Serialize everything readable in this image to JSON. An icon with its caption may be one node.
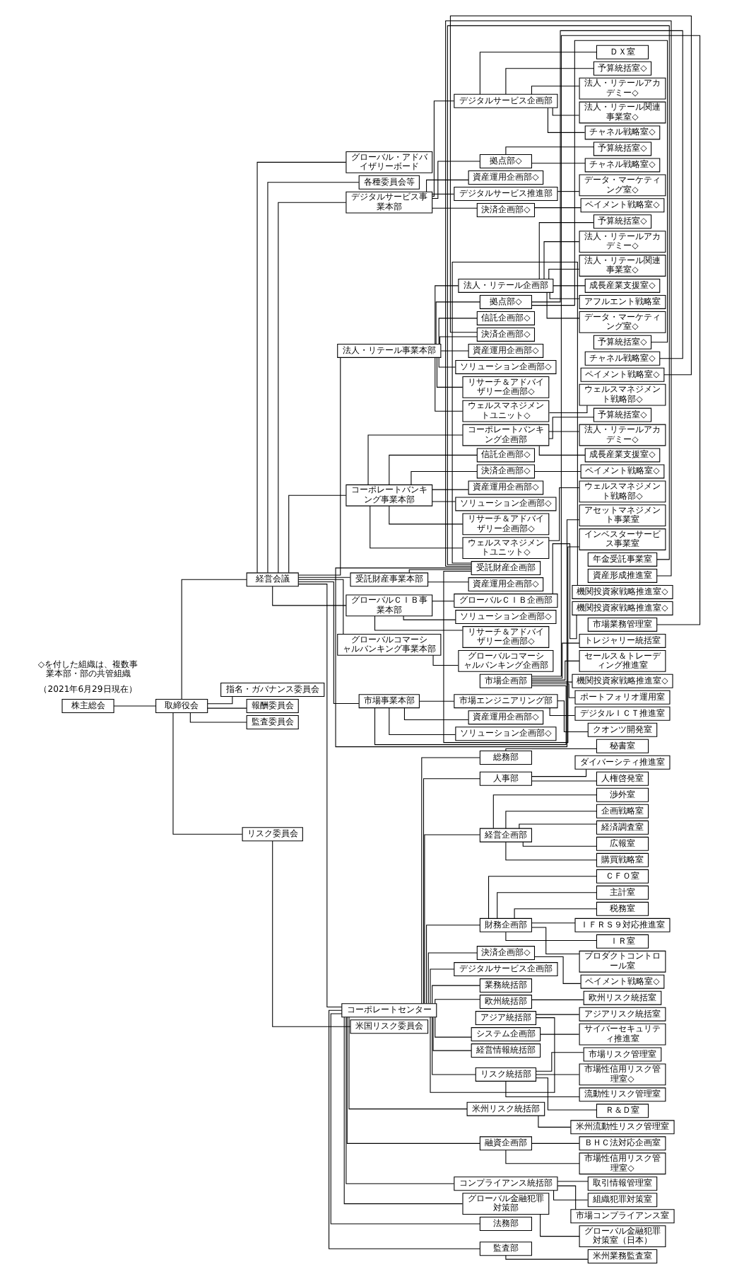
{
  "diagram": {
    "nodes": [
      {
        "text": [
          "株主総会"
        ]
      },
      {
        "text": [
          "取締役会"
        ]
      },
      {
        "text": [
          "経営会議"
        ]
      },
      {
        "text": [
          "グローバル・アドバイザリーボード"
        ]
      },
      {
        "text": [
          "各種委員会等"
        ]
      },
      {
        "text": [
          "指名・ガバナンス委員会"
        ]
      },
      {
        "text": [
          "報酬委員会"
        ]
      },
      {
        "text": [
          "監査委員会"
        ]
      },
      {
        "text": [
          "リスク委員会"
        ]
      },
      {
        "text": [
          "米国リスク委員会"
        ]
      },
      {
        "text": [
          "デジタルサービス事業本部"
        ]
      },
      {
        "text": [
          "デジタルサービス企画部"
        ]
      },
      {
        "text": [
          "ＤＸ室"
        ]
      },
      {
        "text": [
          "予算統括室◇"
        ]
      },
      {
        "text": [
          "法人・リテールアカデミー◇"
        ]
      },
      {
        "text": [
          "法人・リテール関連事業室◇"
        ]
      },
      {
        "text": [
          "チャネル戦略室◇"
        ]
      },
      {
        "text": [
          "拠点部◇"
        ]
      },
      {
        "text": [
          "予算統括室◇"
        ]
      },
      {
        "text": [
          "チャネル戦略室◇"
        ]
      },
      {
        "text": [
          "資産運用企画部◇"
        ]
      },
      {
        "text": [
          "デジタルサービス推進部"
        ]
      },
      {
        "text": [
          "データ・マーケティング室◇"
        ]
      },
      {
        "text": [
          "決済企画部◇"
        ]
      },
      {
        "text": [
          "ペイメント戦略室◇"
        ]
      },
      {
        "text": [
          "法人・リテール事業本部"
        ]
      },
      {
        "text": [
          "法人・リテール企画部"
        ]
      },
      {
        "text": [
          "予算統括室◇"
        ]
      },
      {
        "text": [
          "法人・リテールアカデミー◇"
        ]
      },
      {
        "text": [
          "法人・リテール関連事業室◇"
        ]
      },
      {
        "text": [
          "成長産業支援室◇"
        ]
      },
      {
        "text": [
          "アフルエント戦略室"
        ]
      },
      {
        "text": [
          "データ・マーケティング室◇"
        ]
      },
      {
        "text": [
          "拠点部◇"
        ]
      },
      {
        "text": [
          "予算統括室◇"
        ]
      },
      {
        "text": [
          "チャネル戦略室◇"
        ]
      },
      {
        "text": [
          "信託企画部◇"
        ]
      },
      {
        "text": [
          "決済企画部◇"
        ]
      },
      {
        "text": [
          "ペイメント戦略室◇"
        ]
      },
      {
        "text": [
          "資産運用企画部◇"
        ]
      },
      {
        "text": [
          "ソリューション企画部◇"
        ]
      },
      {
        "text": [
          "リサーチ＆アドバイザリー企画部◇"
        ]
      },
      {
        "text": [
          "ウェルスマネジメントユニット◇"
        ]
      },
      {
        "text": [
          "ウェルスマネジメント戦略部◇"
        ]
      },
      {
        "text": [
          "コーポレートバンキング事業本部"
        ]
      },
      {
        "text": [
          "コーポレートバンキング企画部"
        ]
      },
      {
        "text": [
          "予算統括室◇"
        ]
      },
      {
        "text": [
          "法人・リテールアカデミー◇"
        ]
      },
      {
        "text": [
          "成長産業支援室◇"
        ]
      },
      {
        "text": [
          "信託企画部◇"
        ]
      },
      {
        "text": [
          "決済企画部◇"
        ]
      },
      {
        "text": [
          "ペイメント戦略室◇"
        ]
      },
      {
        "text": [
          "資産運用企画部◇"
        ]
      },
      {
        "text": [
          "ソリューション企画部◇"
        ]
      },
      {
        "text": [
          "リサーチ＆アドバイザリー企画部◇"
        ]
      },
      {
        "text": [
          "ウェルスマネジメントユニット◇"
        ]
      },
      {
        "text": [
          "ウェルスマネジメント戦略部◇"
        ]
      },
      {
        "text": [
          "受託財産事業本部"
        ]
      },
      {
        "text": [
          "受託財産企画部"
        ]
      },
      {
        "text": [
          "アセットマネジメント事業室"
        ]
      },
      {
        "text": [
          "インベスターサービス事業室"
        ]
      },
      {
        "text": [
          "年金受託事業室"
        ]
      },
      {
        "text": [
          "資産形成推進室"
        ]
      },
      {
        "text": [
          "機関投資家戦略推進室◇"
        ]
      },
      {
        "text": [
          "資産運用企画部◇"
        ]
      },
      {
        "text": [
          "グローバルＣＩＢ事業本部"
        ]
      },
      {
        "text": [
          "グローバルＣＩＢ企画部"
        ]
      },
      {
        "text": [
          "機関投資家戦略推進室◇"
        ]
      },
      {
        "text": [
          "ソリューション企画部◇"
        ]
      },
      {
        "text": [
          "リサーチ＆アドバイザリー企画部◇"
        ]
      },
      {
        "text": [
          "グローバルコマーシャルバンキング事業本部"
        ]
      },
      {
        "text": [
          "グローバルコマーシャルバンキング企画部"
        ]
      },
      {
        "text": [
          "市場事業本部"
        ]
      },
      {
        "text": [
          "市場企画部"
        ]
      },
      {
        "text": [
          "市場業務管理室"
        ]
      },
      {
        "text": [
          "トレジャリー統括室"
        ]
      },
      {
        "text": [
          "セールス＆トレーディング推進室"
        ]
      },
      {
        "text": [
          "機関投資家戦略推進室◇"
        ]
      },
      {
        "text": [
          "ポートフォリオ運用室"
        ]
      },
      {
        "text": [
          "市場エンジニアリング部"
        ]
      },
      {
        "text": [
          "デジタルＩＣＴ推進室"
        ]
      },
      {
        "text": [
          "クオンツ開発室"
        ]
      },
      {
        "text": [
          "資産運用企画部◇"
        ]
      },
      {
        "text": [
          "ソリューション企画部◇"
        ]
      },
      {
        "text": [
          "コーポレートセンター"
        ]
      },
      {
        "text": [
          "総務部"
        ]
      },
      {
        "text": [
          "秘書室"
        ]
      },
      {
        "text": [
          "人事部"
        ]
      },
      {
        "text": [
          "ダイバーシティ推進室"
        ]
      },
      {
        "text": [
          "人権啓発室"
        ]
      },
      {
        "text": [
          "経営企画部"
        ]
      },
      {
        "text": [
          "渉外室"
        ]
      },
      {
        "text": [
          "企画戦略室"
        ]
      },
      {
        "text": [
          "経済調査室"
        ]
      },
      {
        "text": [
          "広報室"
        ]
      },
      {
        "text": [
          "購買戦略室"
        ]
      },
      {
        "text": [
          "財務企画部"
        ]
      },
      {
        "text": [
          "ＣＦＯ室"
        ]
      },
      {
        "text": [
          "主計室"
        ]
      },
      {
        "text": [
          "税務室"
        ]
      },
      {
        "text": [
          "ＩＦＲＳ９対応推進室"
        ]
      },
      {
        "text": [
          "ＩＲ室"
        ]
      },
      {
        "text": [
          "プロダクトコントロール室"
        ]
      },
      {
        "text": [
          "決済企画部◇"
        ]
      },
      {
        "text": [
          "ペイメント戦略室◇"
        ]
      },
      {
        "text": [
          "デジタルサービス企画部"
        ]
      },
      {
        "text": [
          "業務統括部"
        ]
      },
      {
        "text": [
          "欧州統括部"
        ]
      },
      {
        "text": [
          "欧州リスク統括室"
        ]
      },
      {
        "text": [
          "アジア統括部"
        ]
      },
      {
        "text": [
          "アジアリスク統括室"
        ]
      },
      {
        "text": [
          "システム企画部"
        ]
      },
      {
        "text": [
          "サイバーセキュリティ推進室"
        ]
      },
      {
        "text": [
          "経営情報統括部"
        ]
      },
      {
        "text": [
          "リスク統括部"
        ]
      },
      {
        "text": [
          "市場リスク管理室"
        ]
      },
      {
        "text": [
          "市場性信用リスク管理室◇"
        ]
      },
      {
        "text": [
          "流動性リスク管理室"
        ]
      },
      {
        "text": [
          "Ｒ＆Ｄ室"
        ]
      },
      {
        "text": [
          "米州リスク統括部"
        ]
      },
      {
        "text": [
          "米州流動性リスク管理室"
        ]
      },
      {
        "text": [
          "融資企画部"
        ]
      },
      {
        "text": [
          "ＢＨＣ法対応企画室"
        ]
      },
      {
        "text": [
          "市場性信用リスク管理室◇"
        ]
      },
      {
        "text": [
          "コンプライアンス統括部"
        ]
      },
      {
        "text": [
          "取引情報管理室"
        ]
      },
      {
        "text": [
          "組織犯罪対策室"
        ]
      },
      {
        "text": [
          "市場コンプライアンス室"
        ]
      },
      {
        "text": [
          "グローバル金融犯罪対策部"
        ]
      },
      {
        "text": [
          "グローバル金融犯罪対策室（日本）"
        ]
      },
      {
        "text": [
          "法務部"
        ]
      },
      {
        "text": [
          "監査部"
        ]
      },
      {
        "text": [
          "米州業務監査室"
        ]
      }
    ],
    "edges": [
      {
        "from": 0,
        "to": 1,
        "arrow": "none"
      },
      {
        "from": 1,
        "to": 2,
        "arrow": "none"
      },
      {
        "from": 2,
        "to": 3,
        "arrow": "none"
      },
      {
        "from": 2,
        "to": 4,
        "arrow": "none"
      },
      {
        "from": 1,
        "to": 5,
        "arrow": "none"
      },
      {
        "from": 1,
        "to": 6,
        "arrow": "none"
      },
      {
        "from": 1,
        "to": 7,
        "arrow": "none"
      },
      {
        "from": 1,
        "to": 8,
        "arrow": "none"
      },
      {
        "from": 8,
        "to": 9,
        "arrow": "none"
      },
      {
        "from": 2,
        "to": 10,
        "arrow": "none"
      },
      {
        "from": 2,
        "to": 25,
        "arrow": "none"
      },
      {
        "from": 2,
        "to": 44,
        "arrow": "none"
      },
      {
        "from": 2,
        "to": 57,
        "arrow": "none"
      },
      {
        "from": 2,
        "to": 65,
        "arrow": "none"
      },
      {
        "from": 2,
        "to": 70,
        "arrow": "none"
      },
      {
        "from": 2,
        "to": 72,
        "arrow": "none"
      },
      {
        "from": 2,
        "to": 84,
        "arrow": "none"
      },
      {
        "from": 10,
        "to": 11,
        "arrow": "none"
      },
      {
        "from": 10,
        "to": 17,
        "arrow": "none"
      },
      {
        "from": 10,
        "to": 20,
        "arrow": "none"
      },
      {
        "from": 10,
        "to": 21,
        "arrow": "none"
      },
      {
        "from": 10,
        "to": 23,
        "arrow": "none"
      },
      {
        "from": 11,
        "to": 12,
        "arrow": "none"
      },
      {
        "from": 11,
        "to": 13,
        "arrow": "none"
      },
      {
        "from": 11,
        "to": 14,
        "arrow": "none"
      },
      {
        "from": 11,
        "to": 15,
        "arrow": "none"
      },
      {
        "from": 11,
        "to": 16,
        "arrow": "none"
      },
      {
        "from": 17,
        "to": 18,
        "arrow": "none"
      },
      {
        "from": 17,
        "to": 19,
        "arrow": "none"
      },
      {
        "from": 21,
        "to": 22,
        "arrow": "none"
      },
      {
        "from": 23,
        "to": 24,
        "arrow": "none"
      },
      {
        "from": 25,
        "to": 26,
        "arrow": "none"
      },
      {
        "from": 25,
        "to": 33,
        "arrow": "none"
      },
      {
        "from": 25,
        "to": 36,
        "arrow": "none"
      },
      {
        "from": 25,
        "to": 37,
        "arrow": "none"
      },
      {
        "from": 25,
        "to": 39,
        "arrow": "none"
      },
      {
        "from": 25,
        "to": 40,
        "arrow": "none"
      },
      {
        "from": 25,
        "to": 41,
        "arrow": "none"
      },
      {
        "from": 25,
        "to": 42,
        "arrow": "none"
      },
      {
        "from": 26,
        "to": 27,
        "arrow": "none"
      },
      {
        "from": 26,
        "to": 28,
        "arrow": "none"
      },
      {
        "from": 26,
        "to": 29,
        "arrow": "none"
      },
      {
        "from": 26,
        "to": 30,
        "arrow": "none"
      },
      {
        "from": 26,
        "to": 31,
        "arrow": "none"
      },
      {
        "from": 26,
        "to": 32,
        "arrow": "none"
      },
      {
        "from": 33,
        "to": 34,
        "arrow": "none"
      },
      {
        "from": 33,
        "to": 35,
        "arrow": "none"
      },
      {
        "from": 37,
        "to": 38,
        "arrow": "none"
      },
      {
        "from": 42,
        "to": 43,
        "arrow": "none"
      },
      {
        "from": 44,
        "to": 45,
        "arrow": "none"
      },
      {
        "from": 44,
        "to": 49,
        "arrow": "none"
      },
      {
        "from": 44,
        "to": 50,
        "arrow": "none"
      },
      {
        "from": 44,
        "to": 52,
        "arrow": "none"
      },
      {
        "from": 44,
        "to": 53,
        "arrow": "none"
      },
      {
        "from": 44,
        "to": 54,
        "arrow": "none"
      },
      {
        "from": 44,
        "to": 55,
        "arrow": "none"
      },
      {
        "from": 45,
        "to": 46,
        "arrow": "none"
      },
      {
        "from": 45,
        "to": 47,
        "arrow": "none"
      },
      {
        "from": 45,
        "to": 48,
        "arrow": "none"
      },
      {
        "from": 50,
        "to": 51,
        "arrow": "none"
      },
      {
        "from": 55,
        "to": 56,
        "arrow": "none"
      },
      {
        "from": 57,
        "to": 58,
        "arrow": "none"
      },
      {
        "from": 57,
        "to": 64,
        "arrow": "none"
      },
      {
        "from": 58,
        "to": 59,
        "arrow": "none"
      },
      {
        "from": 58,
        "to": 60,
        "arrow": "none"
      },
      {
        "from": 58,
        "to": 61,
        "arrow": "none"
      },
      {
        "from": 58,
        "to": 62,
        "arrow": "none"
      },
      {
        "from": 58,
        "to": 63,
        "arrow": "none"
      },
      {
        "from": 65,
        "to": 66,
        "arrow": "none"
      },
      {
        "from": 65,
        "to": 68,
        "arrow": "none"
      },
      {
        "from": 65,
        "to": 69,
        "arrow": "none"
      },
      {
        "from": 66,
        "to": 67,
        "arrow": "none"
      },
      {
        "from": 70,
        "to": 71,
        "arrow": "none"
      },
      {
        "from": 72,
        "to": 73,
        "arrow": "none"
      },
      {
        "from": 72,
        "to": 79,
        "arrow": "none"
      },
      {
        "from": 72,
        "to": 82,
        "arrow": "none"
      },
      {
        "from": 72,
        "to": 83,
        "arrow": "none"
      },
      {
        "from": 73,
        "to": 74,
        "arrow": "none"
      },
      {
        "from": 73,
        "to": 75,
        "arrow": "none"
      },
      {
        "from": 73,
        "to": 76,
        "arrow": "none"
      },
      {
        "from": 73,
        "to": 77,
        "arrow": "none"
      },
      {
        "from": 73,
        "to": 78,
        "arrow": "none"
      },
      {
        "from": 79,
        "to": 80,
        "arrow": "none"
      },
      {
        "from": 79,
        "to": 81,
        "arrow": "none"
      },
      {
        "from": 84,
        "to": 85,
        "arrow": "none"
      },
      {
        "from": 84,
        "to": 87,
        "arrow": "none"
      },
      {
        "from": 84,
        "to": 90,
        "arrow": "none"
      },
      {
        "from": 84,
        "to": 96,
        "arrow": "none"
      },
      {
        "from": 84,
        "to": 103,
        "arrow": "none"
      },
      {
        "from": 84,
        "to": 105,
        "arrow": "none"
      },
      {
        "from": 84,
        "to": 106,
        "arrow": "none"
      },
      {
        "from": 84,
        "to": 107,
        "arrow": "none"
      },
      {
        "from": 84,
        "to": 109,
        "arrow": "none"
      },
      {
        "from": 84,
        "to": 111,
        "arrow": "none"
      },
      {
        "from": 84,
        "to": 113,
        "arrow": "none"
      },
      {
        "from": 84,
        "to": 114,
        "arrow": "none"
      },
      {
        "from": 84,
        "to": 119,
        "arrow": "none"
      },
      {
        "from": 84,
        "to": 121,
        "arrow": "none"
      },
      {
        "from": 84,
        "to": 124,
        "arrow": "none"
      },
      {
        "from": 84,
        "to": 128,
        "arrow": "none"
      },
      {
        "from": 84,
        "to": 130,
        "arrow": "none"
      },
      {
        "from": 84,
        "to": 131,
        "arrow": "none"
      },
      {
        "from": 85,
        "to": 86,
        "arrow": "none"
      },
      {
        "from": 87,
        "to": 88,
        "arrow": "none"
      },
      {
        "from": 87,
        "to": 89,
        "arrow": "none"
      },
      {
        "from": 90,
        "to": 91,
        "arrow": "none"
      },
      {
        "from": 90,
        "to": 92,
        "arrow": "none"
      },
      {
        "from": 90,
        "to": 93,
        "arrow": "none"
      },
      {
        "from": 90,
        "to": 94,
        "arrow": "none"
      },
      {
        "from": 90,
        "to": 95,
        "arrow": "none"
      },
      {
        "from": 96,
        "to": 97,
        "arrow": "none"
      },
      {
        "from": 96,
        "to": 98,
        "arrow": "none"
      },
      {
        "from": 96,
        "to": 99,
        "arrow": "none"
      },
      {
        "from": 96,
        "to": 100,
        "arrow": "none"
      },
      {
        "from": 96,
        "to": 101,
        "arrow": "none"
      },
      {
        "from": 96,
        "to": 102,
        "arrow": "none"
      },
      {
        "from": 103,
        "to": 104,
        "arrow": "none"
      },
      {
        "from": 107,
        "to": 108,
        "arrow": "none"
      },
      {
        "from": 109,
        "to": 110,
        "arrow": "none"
      },
      {
        "from": 111,
        "to": 112,
        "arrow": "none"
      },
      {
        "from": 114,
        "to": 115,
        "arrow": "none"
      },
      {
        "from": 114,
        "to": 116,
        "arrow": "none"
      },
      {
        "from": 114,
        "to": 117,
        "arrow": "none"
      },
      {
        "from": 114,
        "to": 118,
        "arrow": "none"
      },
      {
        "from": 119,
        "to": 120,
        "arrow": "none"
      },
      {
        "from": 121,
        "to": 122,
        "arrow": "none"
      },
      {
        "from": 121,
        "to": 123,
        "arrow": "none"
      },
      {
        "from": 124,
        "to": 125,
        "arrow": "none"
      },
      {
        "from": 124,
        "to": 126,
        "arrow": "none"
      },
      {
        "from": 124,
        "to": 127,
        "arrow": "none"
      },
      {
        "from": 128,
        "to": 129,
        "arrow": "none"
      },
      {
        "from": 131,
        "to": 132,
        "arrow": "none"
      }
    ],
    "labels": [
      "（2021年6月29日現在）",
      "◇を付した組織は、複数事業本部・部の共管組織"
    ]
  }
}
